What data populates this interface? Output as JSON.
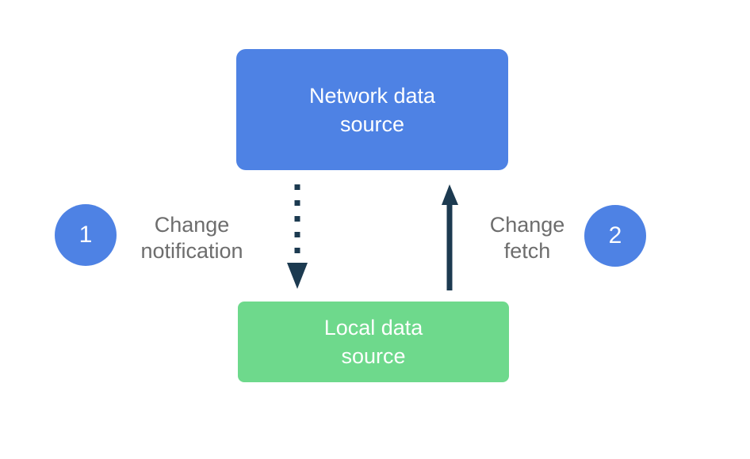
{
  "diagram": {
    "title": "data-source-sync-flow",
    "nodes": {
      "network": {
        "label": "Network data\nsource"
      },
      "local": {
        "label": "Local data\nsource"
      }
    },
    "steps": {
      "one": {
        "number": "1",
        "label": "Change\nnotification"
      },
      "two": {
        "number": "2",
        "label": "Change\nfetch"
      }
    },
    "arrows": {
      "change_notification": {
        "style": "dotted",
        "direction": "down",
        "from": "network",
        "to": "local"
      },
      "change_fetch": {
        "style": "solid",
        "direction": "up",
        "from": "local",
        "to": "network"
      }
    },
    "colors": {
      "node_blue": "#4e82e4",
      "node_green": "#6ed98c",
      "arrow_dark": "#1c3a50",
      "label_gray": "#6d6d6d",
      "badge_blue": "#4e82e4",
      "text_white": "#ffffff",
      "background": "#ffffff"
    }
  }
}
